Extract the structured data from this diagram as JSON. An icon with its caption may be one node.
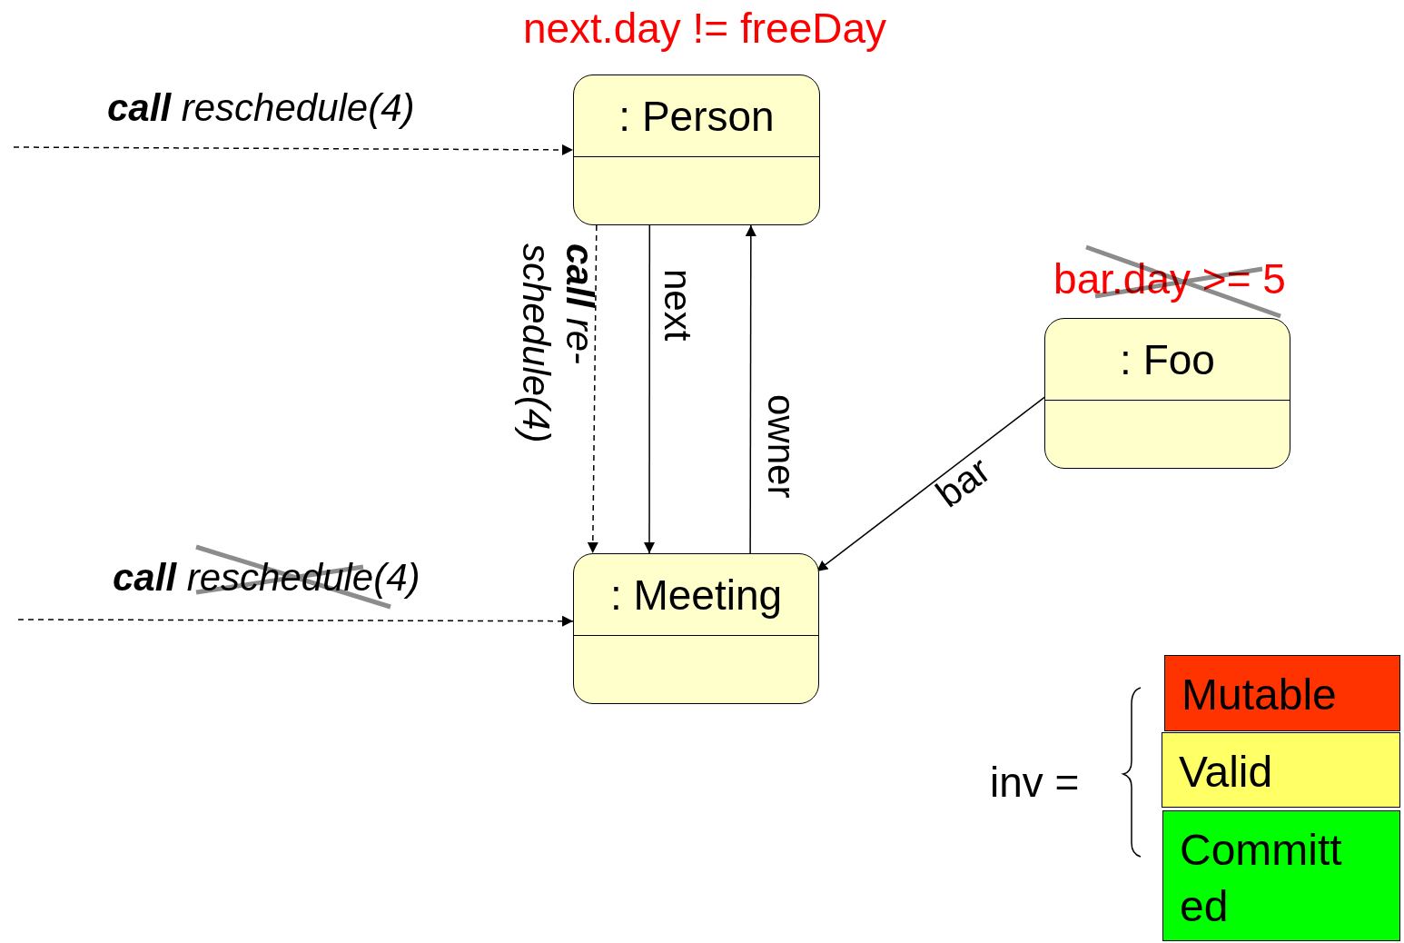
{
  "diagram": {
    "nodes": [
      {
        "text": [
          ": Person"
        ],
        "beside": [
          "next.day != freeDay"
        ]
      },
      {
        "text": [
          ": Foo"
        ],
        "beside": [
          "bar.day >= 5"
        ]
      },
      {
        "text": [
          ": Meeting"
        ]
      },
      {
        "text": [
          "Mutable"
        ]
      },
      {
        "text": [
          "Valid"
        ]
      },
      {
        "text": [
          "Committed"
        ]
      }
    ],
    "edges": [
      {
        "from": null,
        "to": 0,
        "arrow": "to",
        "style": "dashed",
        "label": "**call** reschedule(4)"
      },
      {
        "from": null,
        "to": 2,
        "arrow": "to",
        "style": "dashed",
        "label": "**call** reschedule(4)"
      },
      {
        "from": 0,
        "to": 2,
        "arrow": "to",
        "style": "dashed",
        "label": "**call** re- schedule(4)"
      },
      {
        "from": 0,
        "to": 2,
        "arrow": "to",
        "label": "next"
      },
      {
        "from": 2,
        "to": 0,
        "arrow": "to",
        "label": "owner"
      },
      {
        "from": 1,
        "to": 2,
        "arrow": "to",
        "label": "bar"
      }
    ],
    "labels": [
      "inv ="
    ]
  }
}
